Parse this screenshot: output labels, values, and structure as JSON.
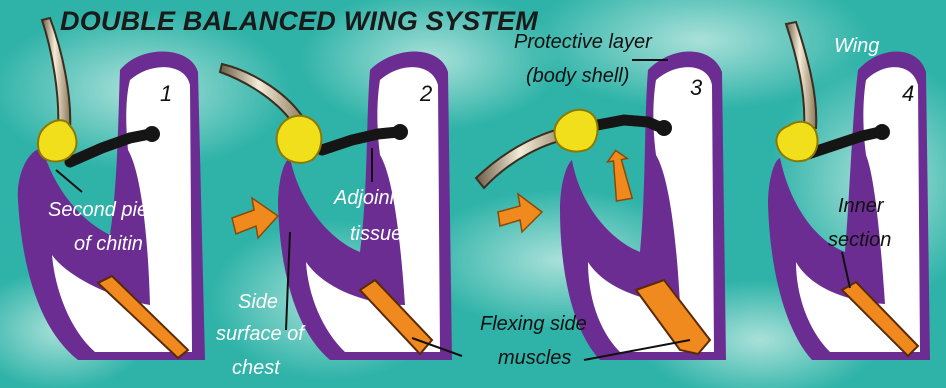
{
  "title": "DOUBLE BALANCED WING SYSTEM",
  "panels": [
    {
      "number": "1"
    },
    {
      "number": "2"
    },
    {
      "number": "3"
    },
    {
      "number": "4"
    }
  ],
  "labels": {
    "second_piece_line1": "Second piece",
    "second_piece_line2": "of chitin",
    "adjoining_line1": "Adjoining",
    "adjoining_line2": "tissue",
    "side_line1": "Side",
    "side_line2": "surface of",
    "side_line3": "chest",
    "protective_line1": "Protective layer",
    "protective_line2": "(body shell)",
    "flexing_line1": "Flexing side",
    "flexing_line2": "muscles",
    "wing": "Wing",
    "inner_line1": "Inner",
    "inner_line2": "section"
  },
  "colors": {
    "background": "#2fb3a8",
    "body_shell": "#6b2d91",
    "interior": "#ffffff",
    "joint": "#f2df1c",
    "tissue": "#151515",
    "muscle": "#f08a1e",
    "arrow": "#f08a1e",
    "wing": "#e8dcc4"
  }
}
